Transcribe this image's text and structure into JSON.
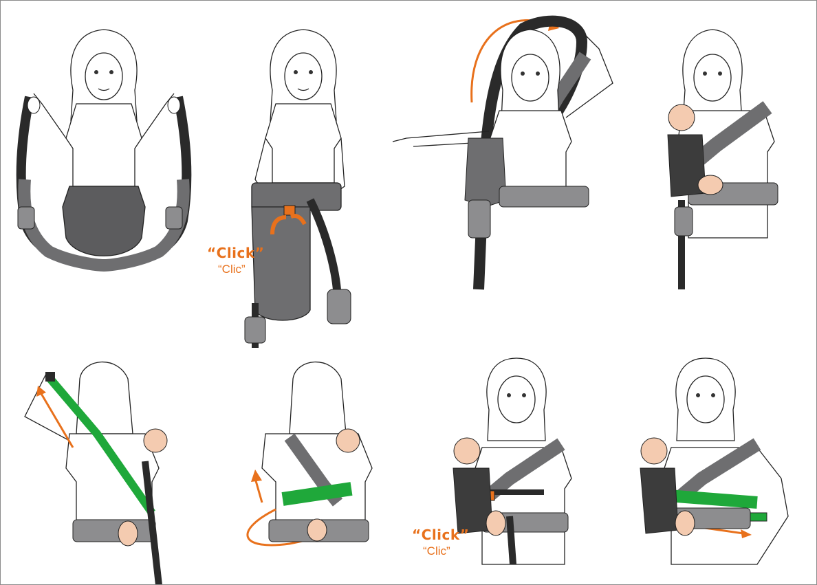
{
  "diagram": {
    "steps_row1": [
      {
        "id": 1,
        "description": "Carrier held open before putting on"
      },
      {
        "id": 2,
        "description": "Waist belt buckled"
      },
      {
        "id": 3,
        "description": "Shoulder strap swung over head"
      },
      {
        "id": 4,
        "description": "Baby seated in carrier"
      }
    ],
    "steps_row2": [
      {
        "id": 5,
        "description": "Strap pulled up behind back"
      },
      {
        "id": 6,
        "description": "Strap wrapped around waist"
      },
      {
        "id": 7,
        "description": "Strap buckled at front"
      },
      {
        "id": 8,
        "description": "Strap tightened"
      }
    ]
  },
  "labels": {
    "click_top_en": "“Click”",
    "click_top_fr": "“Clic”",
    "click_bottom_en": "“Click”",
    "click_bottom_fr": "“Clic”"
  },
  "colors": {
    "carrier_dark": "#3c3c3c",
    "carrier_grey": "#6e6e70",
    "carrier_light": "#8d8d8f",
    "strap_black": "#2a2a2a",
    "accent_orange": "#e8711c",
    "strap_green": "#1fa83a",
    "skin": "#f4cbb0",
    "outline": "#222222"
  }
}
